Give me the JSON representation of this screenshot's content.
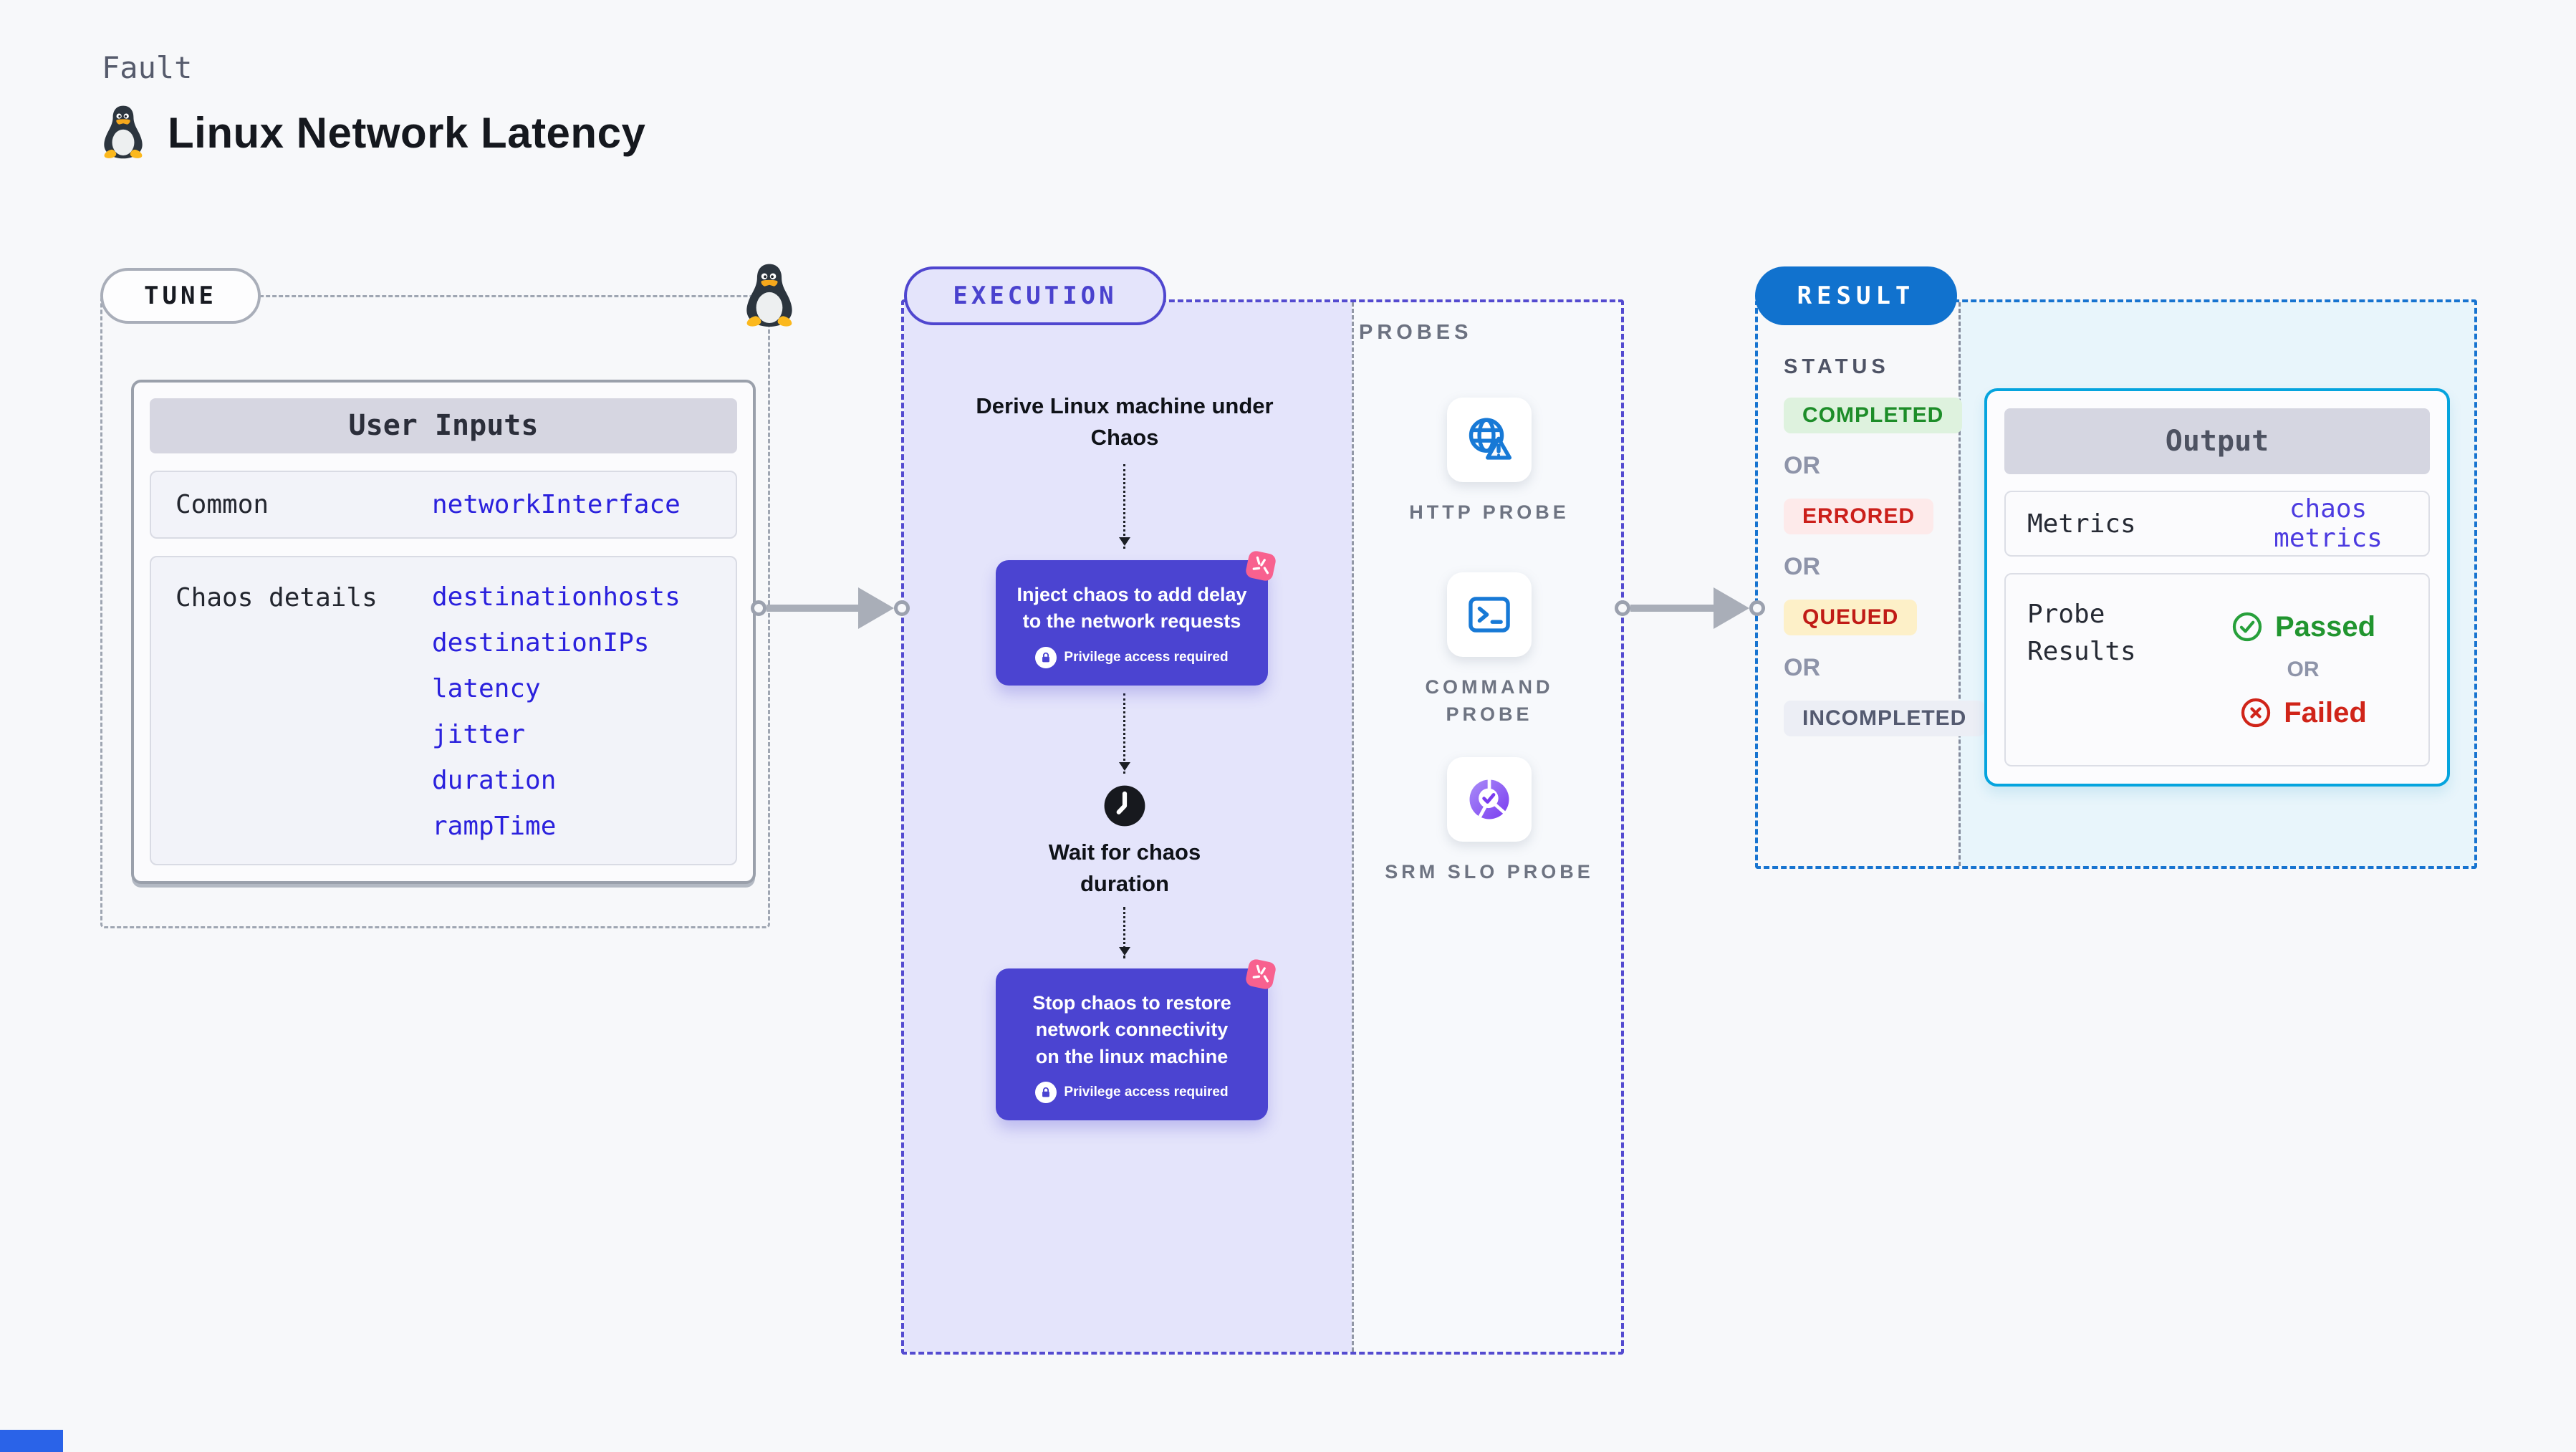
{
  "header": {
    "eyebrow": "Fault",
    "title": "Linux Network Latency"
  },
  "tune": {
    "badge": "TUNE",
    "user_inputs": {
      "header": "User Inputs",
      "rows": [
        {
          "label": "Common",
          "values": [
            "networkInterface"
          ]
        },
        {
          "label": "Chaos details",
          "values": [
            "destinationhosts",
            "destinationIPs",
            "latency",
            "jitter",
            "duration",
            "rampTime"
          ]
        }
      ]
    }
  },
  "execution": {
    "badge": "EXECUTION",
    "derive_step": "Derive Linux machine under Chaos",
    "inject_step": {
      "text": "Inject chaos to add delay to the network requests",
      "note": "Privilege access required"
    },
    "wait_step": "Wait for chaos duration",
    "stop_step": {
      "text": "Stop chaos to restore network connectivity on the linux machine",
      "note": "Privilege access required"
    },
    "probes": {
      "label": "PROBES",
      "items": [
        {
          "name": "HTTP PROBE",
          "icon": "globe-alert-icon"
        },
        {
          "name": "COMMAND PROBE",
          "icon": "terminal-icon"
        },
        {
          "name": "SRM SLO PROBE",
          "icon": "slo-pie-check-icon"
        }
      ]
    }
  },
  "result": {
    "badge": "RESULT",
    "status": {
      "label": "STATUS",
      "or": "OR",
      "badges": [
        {
          "text": "COMPLETED"
        },
        {
          "text": "ERRORED"
        },
        {
          "text": "QUEUED"
        },
        {
          "text": "INCOMPLETED"
        }
      ]
    },
    "output": {
      "header": "Output",
      "metrics_label": "Metrics",
      "metrics_value": "chaos metrics",
      "probe_results_label": "Probe Results",
      "passed": "Passed",
      "or": "OR",
      "failed": "Failed"
    }
  },
  "colors": {
    "page_bg": "#f7f8fa",
    "indigo_node": "#4b44d1",
    "indigo_border": "#4f46cf",
    "lavender_bg": "#e4e4fb",
    "result_blue": "#1172ce",
    "output_cyan_border": "#05a4de",
    "output_cyan_bg": "#e8f5fb",
    "value_blue": "#2b21dd",
    "passed_green": "#21952f",
    "failed_red": "#d02419",
    "completed_green": "#1d8d29",
    "queued_yellow_bg": "#fdf0c8",
    "pink_icon": "#f8618f"
  }
}
